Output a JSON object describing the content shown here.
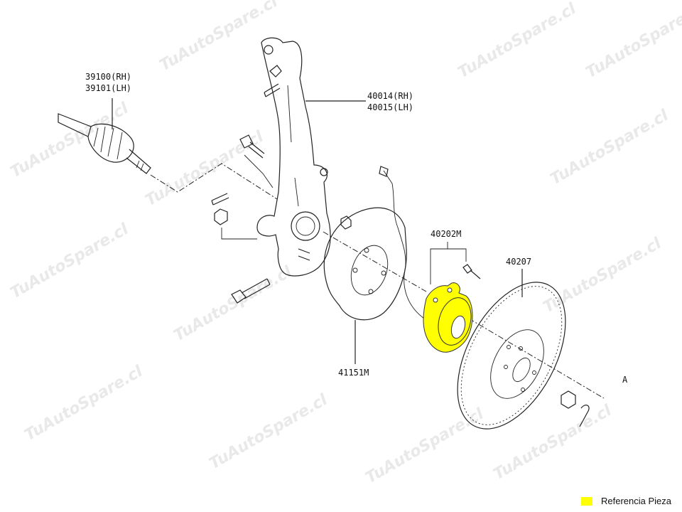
{
  "watermark": "TuAutoSpare.cl",
  "parts": {
    "driveshaft": {
      "line1": "39100(RH)",
      "line2": "39101(LH)"
    },
    "knuckle": {
      "line1": "40014(RH)",
      "line2": "40015(LH)"
    },
    "hub": "40202M",
    "disc": "40207",
    "backing_plate": "41151M",
    "view_marker": "A"
  },
  "legend": {
    "label": "Referencia Pieza",
    "color": "#ffff00"
  }
}
